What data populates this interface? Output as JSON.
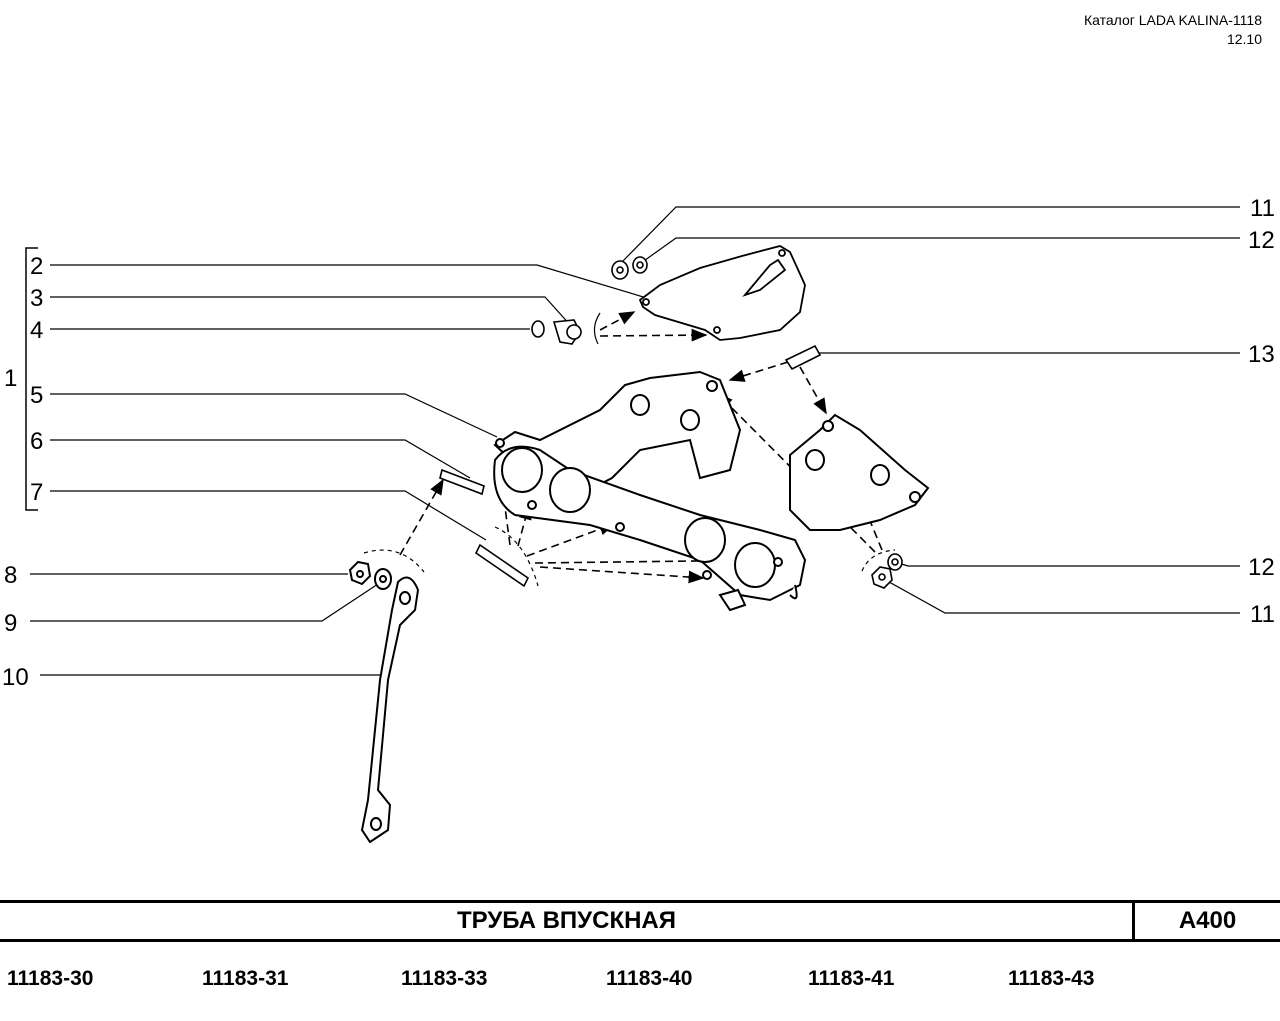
{
  "header": {
    "catalog": "Каталог LADA KALINA-1118",
    "date": "12.10"
  },
  "group_label": "1",
  "callouts_left": [
    "2",
    "3",
    "4",
    "5",
    "6",
    "7",
    "8",
    "9",
    "10"
  ],
  "callouts_right": [
    "11",
    "12",
    "13",
    "12",
    "11"
  ],
  "footer": {
    "title": "ТРУБА   ВПУСКНАЯ",
    "code": "A400",
    "models": [
      "11183-30",
      "11183-31",
      "11183-33",
      "11183-40",
      "11183-41",
      "11183-43"
    ]
  }
}
